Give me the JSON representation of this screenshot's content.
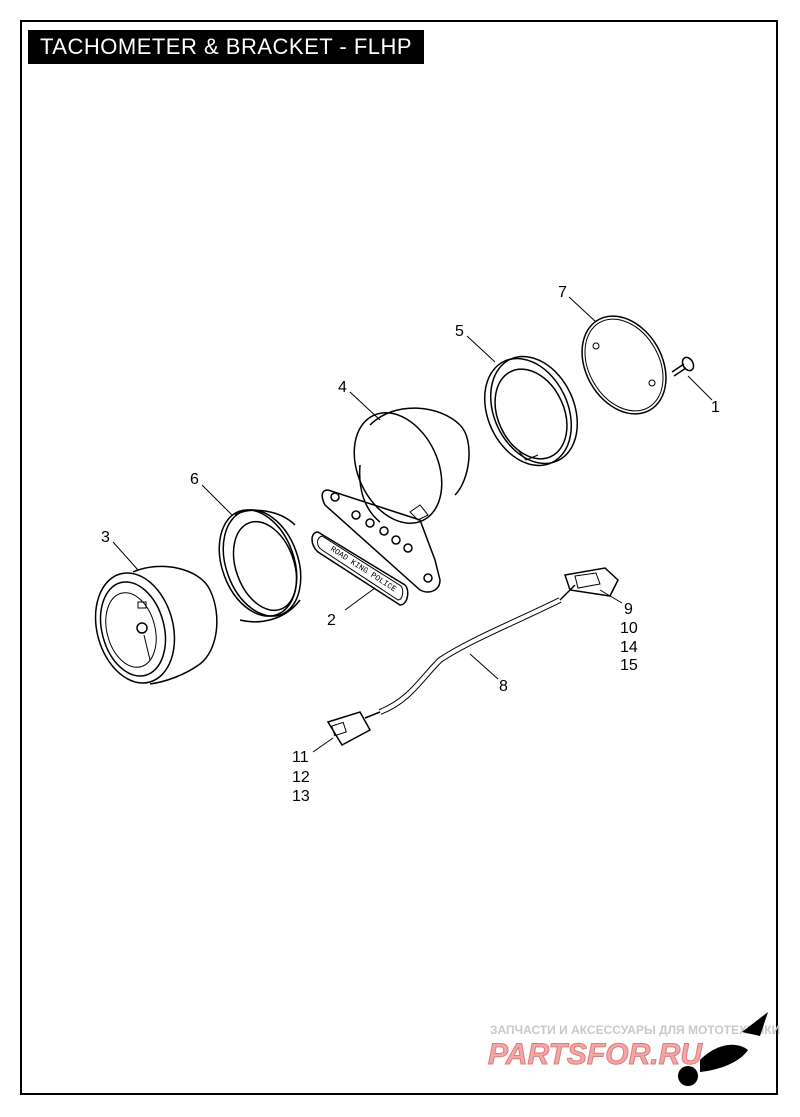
{
  "title": "TACHOMETER & BRACKET - FLHP",
  "bracket_text": "ROAD KING POLICE",
  "callouts": {
    "c1": "1",
    "c2": "2",
    "c3": "3",
    "c4": "4",
    "c5": "5",
    "c6": "6",
    "c7": "7",
    "c8": "8",
    "c9": "9",
    "c10": "10",
    "c11": "11",
    "c12": "12",
    "c13": "13",
    "c14": "14",
    "c15": "15"
  },
  "watermark": {
    "tagline": "ЗАПЧАСТИ И АКСЕССУАРЫ ДЛЯ МОТОТЕХНИКИ",
    "brand": "PARTSFOR.RU",
    "color": "#e07b7b"
  }
}
